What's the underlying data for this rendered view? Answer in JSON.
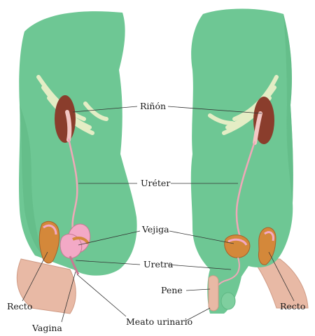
{
  "labels": {
    "rinon": "Riñón",
    "ureter": "Uréter",
    "vejiga": "Vejiga",
    "uretra": "Uretra",
    "pene": "Pene",
    "recto_left": "Recto",
    "recto_right": "Recto",
    "vagina": "Vagina",
    "meato": "Meato urinario"
  },
  "colors": {
    "body_fill": "#6ec794",
    "body_shade": "#5fb884",
    "skin": "#e8b9a5",
    "skin_dark": "#cf9a84",
    "kidney": "#8a3d2c",
    "kidney_highlight": "#f3c7c4",
    "bladder": "#f3a9c6",
    "orange_organ": "#d4883a",
    "ribs": "#e4edc5",
    "leader": "#333333"
  }
}
